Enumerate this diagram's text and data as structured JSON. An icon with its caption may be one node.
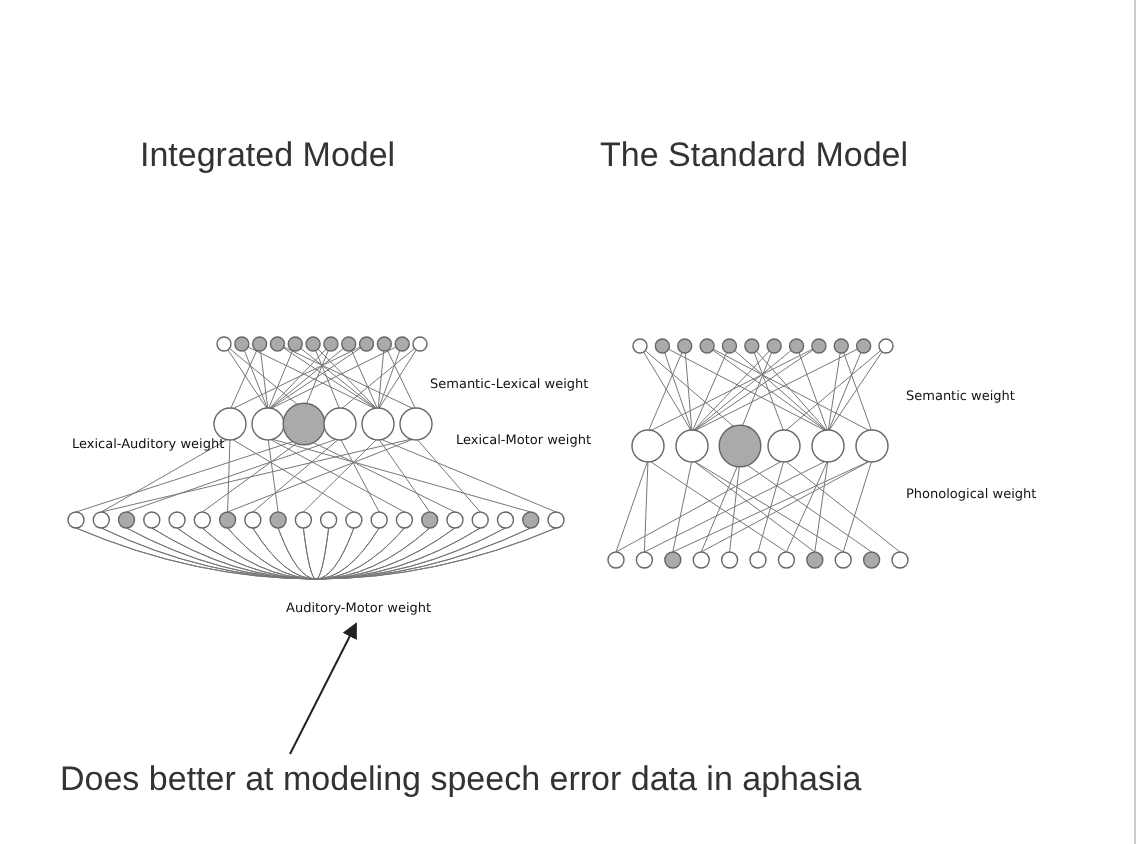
{
  "diagram": {
    "nodes": [
      {
        "text": [],
        "shape": "picture"
      },
      {
        "text": [
          "Does better at modeling speech error data in aphasia"
        ]
      }
    ],
    "edges": [
      {
        "from": 1,
        "to": 0,
        "arrow": "to"
      }
    ],
    "labels": [
      "Integrated Model",
      "The Standard Model",
      "Semantic-Lexical weight",
      "Lexical-Auditory weight",
      "Lexical-Motor weight",
      "Auditory-Motor weight",
      "Semantic weight",
      "Phonological weight"
    ]
  }
}
